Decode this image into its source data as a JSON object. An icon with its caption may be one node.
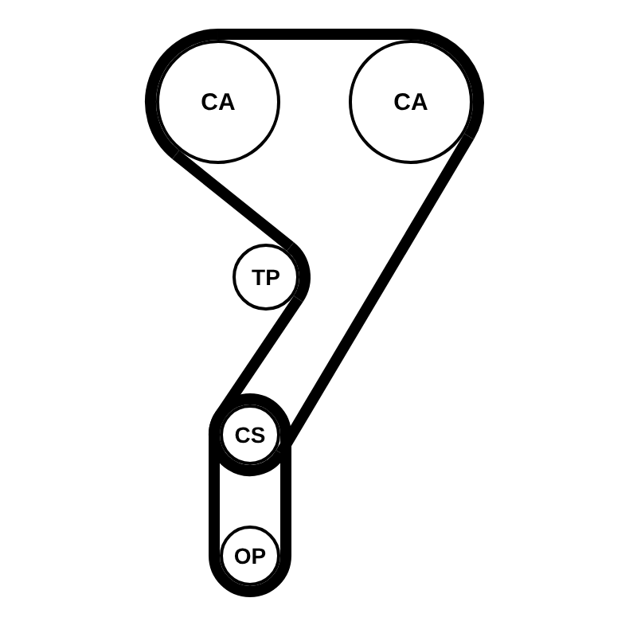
{
  "diagram": {
    "nodes": [
      {
        "text": [
          "CA"
        ]
      },
      {
        "text": [
          "CA"
        ]
      },
      {
        "text": [
          "TP"
        ]
      },
      {
        "text": [
          "CS"
        ]
      },
      {
        "text": [
          "OP"
        ]
      }
    ],
    "edges": [
      {
        "from": 0,
        "to": 1,
        "arrow": "none"
      },
      {
        "from": 1,
        "to": 3,
        "arrow": "none"
      },
      {
        "from": 3,
        "to": 2,
        "arrow": "none"
      },
      {
        "from": 2,
        "to": 0,
        "arrow": "none"
      },
      {
        "from": 3,
        "to": 4,
        "arrow": "none"
      },
      {
        "from": 4,
        "to": 3,
        "arrow": "none"
      }
    ]
  }
}
